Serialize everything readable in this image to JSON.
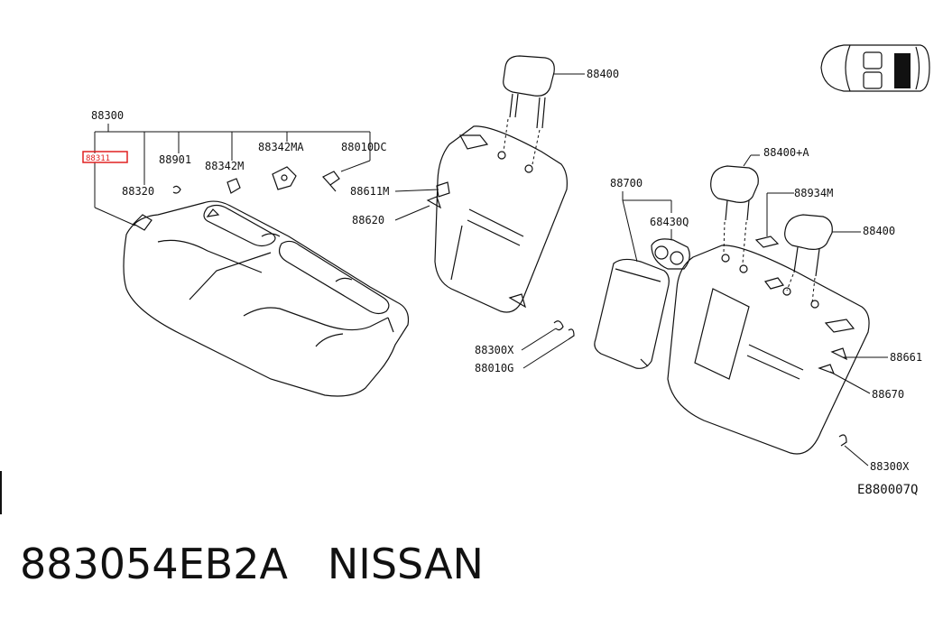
{
  "labels": {
    "parent": "88300",
    "highlighted": "88311",
    "clip_a": "88901",
    "clip_b": "88320",
    "bracket": "88342M",
    "bracket_a": "88342MA",
    "fastener": "88010DC",
    "headrest_top": "88400",
    "headrest_a": "88400+A",
    "headrest_right": "88400",
    "trim_a": "88611M",
    "latch_a": "88620",
    "armrest": "88700",
    "cupholder": "68430Q",
    "trim_b": "88934M",
    "pin_a": "88300X",
    "pin_b": "88010G",
    "trim_c": "88661",
    "latch_b": "88670",
    "pin_c": "88300X",
    "diagram_code": "E880007Q"
  },
  "footer": {
    "part_number": "883054EB2A",
    "brand": "NISSAN"
  },
  "colors": {
    "highlight": "#e02020",
    "ink": "#111111",
    "position_marker": "#111111"
  }
}
